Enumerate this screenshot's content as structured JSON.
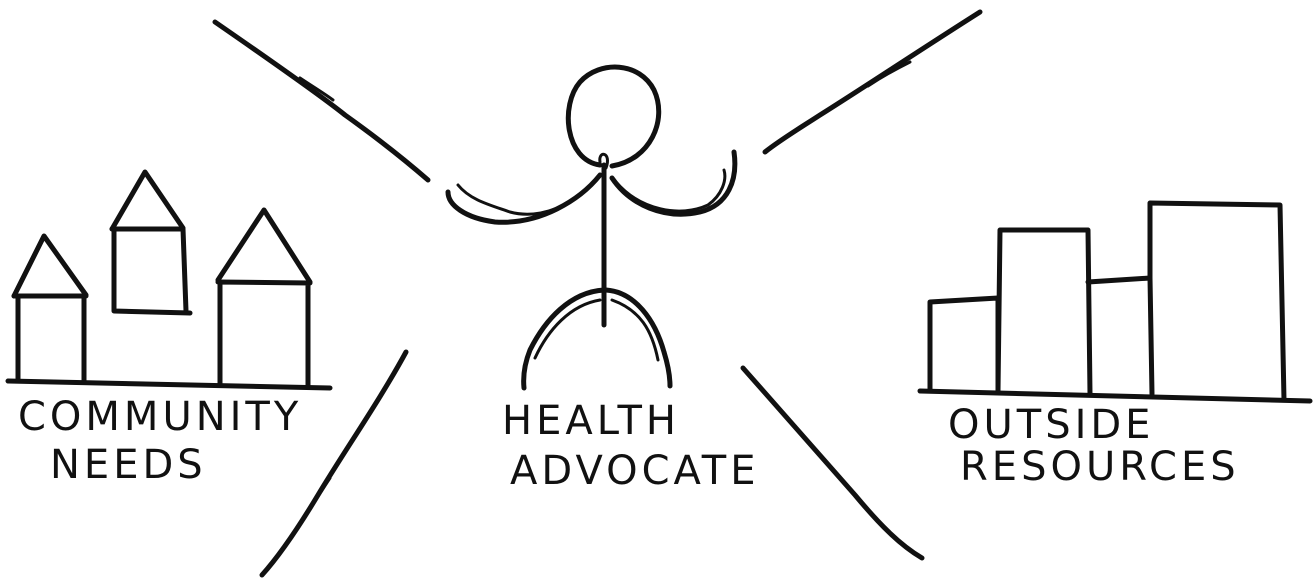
{
  "left_group": {
    "line1": "COMMUNITY",
    "line2": "NEEDS"
  },
  "center_group": {
    "line1": "HEALTH",
    "line2": "ADVOCATE"
  },
  "right_group": {
    "line1": "OUTSIDE",
    "line2": "RESOURCES"
  },
  "ink_color": "#111111",
  "background_color": "#ffffff"
}
